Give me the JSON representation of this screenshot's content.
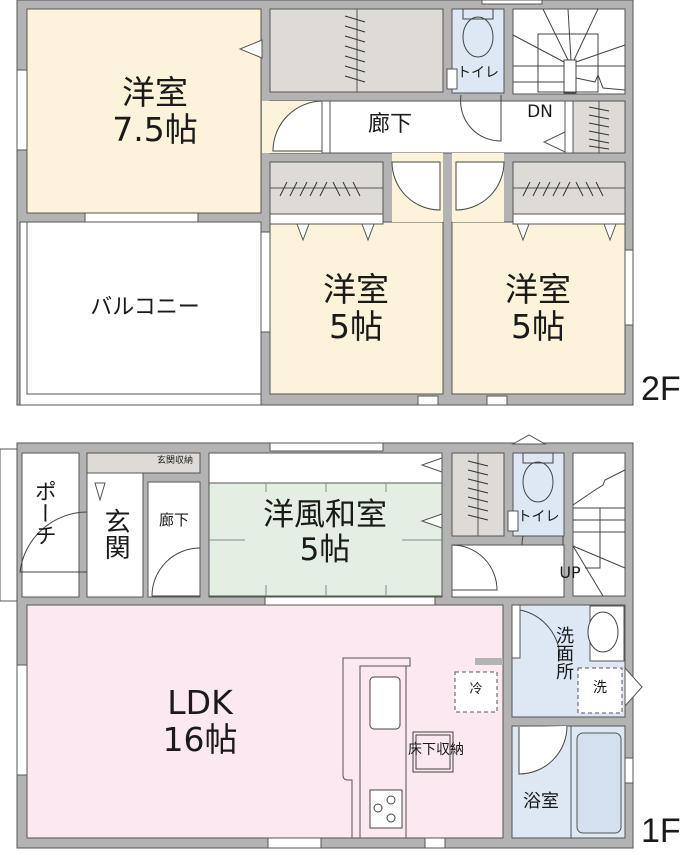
{
  "colors": {
    "wall": "#b3b3b3",
    "wall_line": "#555555",
    "western_room": "#fdf3da",
    "japanese_style_room": "#e3efe2",
    "ldk": "#fbe8f0",
    "wet_area": "#dde8f4",
    "storage": "#dedad6",
    "corridor": "#ffffff"
  },
  "floor_2f": {
    "tag": "2F",
    "rooms": [
      {
        "id": "western-room-1",
        "name": "洋室",
        "size": "7.5帖"
      },
      {
        "id": "western-room-2",
        "name": "洋室",
        "size": "5帖"
      },
      {
        "id": "western-room-3",
        "name": "洋室",
        "size": "5帖"
      },
      {
        "id": "balcony",
        "name": "バルコニー"
      },
      {
        "id": "hallway",
        "name": "廊下"
      },
      {
        "id": "toilet",
        "name": "トイレ"
      },
      {
        "id": "stairs",
        "name": "DN"
      }
    ]
  },
  "floor_1f": {
    "tag": "1F",
    "rooms": [
      {
        "id": "porch",
        "name": "ポーチ"
      },
      {
        "id": "entrance",
        "name": "玄関"
      },
      {
        "id": "entrance-storage",
        "name": "玄関収納"
      },
      {
        "id": "hallway",
        "name": "廊下"
      },
      {
        "id": "japanese-western-room",
        "name": "洋風和室",
        "size": "5帖"
      },
      {
        "id": "toilet",
        "name": "トイレ"
      },
      {
        "id": "stairs",
        "name": "UP"
      },
      {
        "id": "ldk",
        "name": "LDK",
        "size": "16帖"
      },
      {
        "id": "underfloor-storage",
        "name": "床下収納"
      },
      {
        "id": "fridge",
        "name": "冷"
      },
      {
        "id": "washroom",
        "name": "洗面所"
      },
      {
        "id": "washer",
        "name": "洗"
      },
      {
        "id": "bathroom",
        "name": "浴室"
      }
    ]
  }
}
